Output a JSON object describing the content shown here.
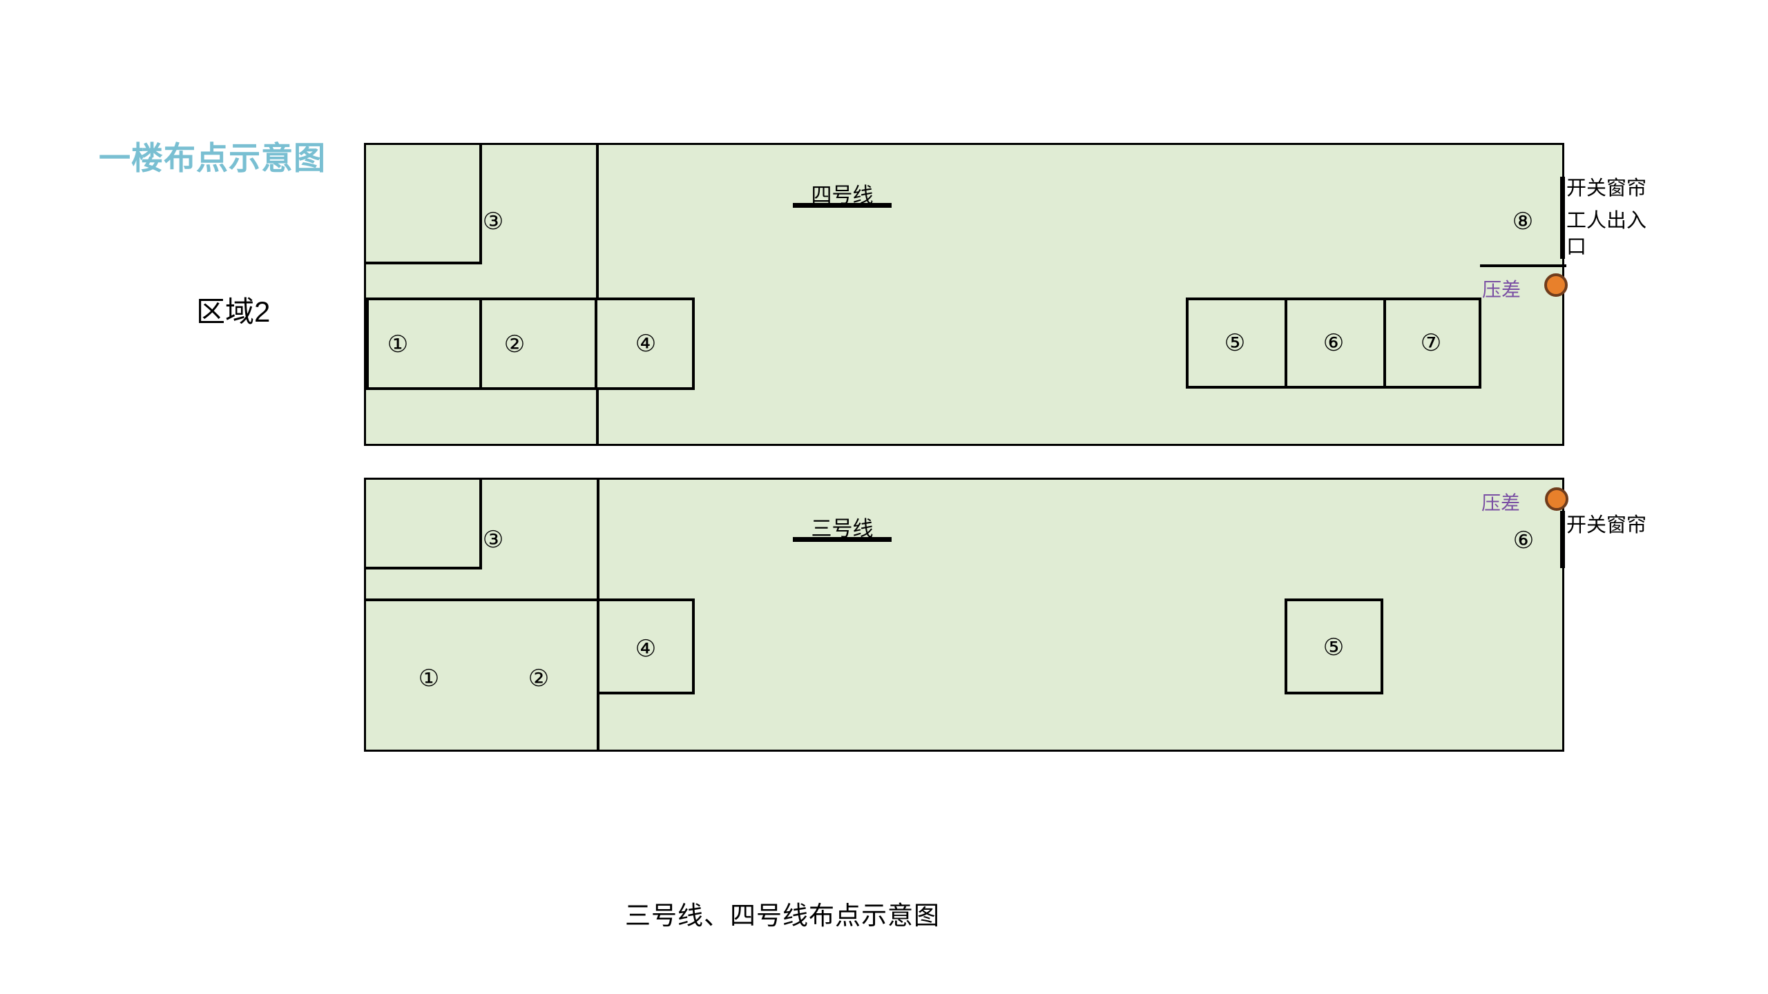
{
  "title": "一楼布点示意图",
  "area_label": "区域2",
  "caption": "三号线、四号线布点示意图",
  "colors": {
    "floor_fill": "#e0ecd4",
    "wall_line": "#000000",
    "title_text": "#79bfd2",
    "pressure_text": "#7a4fa3",
    "sensor_fill": "#e8802b",
    "sensor_border": "#6f3c1c"
  },
  "floor1": {
    "line_label": "四号线",
    "markers": [
      "③",
      "①",
      "②",
      "④",
      "⑤",
      "⑥",
      "⑦",
      "⑧"
    ],
    "pressure_label": "压差",
    "curtain_label": "开关窗帘",
    "worker_door_label": "工人出入口"
  },
  "floor2": {
    "line_label": "三号线",
    "markers": [
      "③",
      "①",
      "②",
      "④",
      "⑤",
      "⑥"
    ],
    "pressure_label": "压差",
    "curtain_label": "开关窗帘"
  }
}
